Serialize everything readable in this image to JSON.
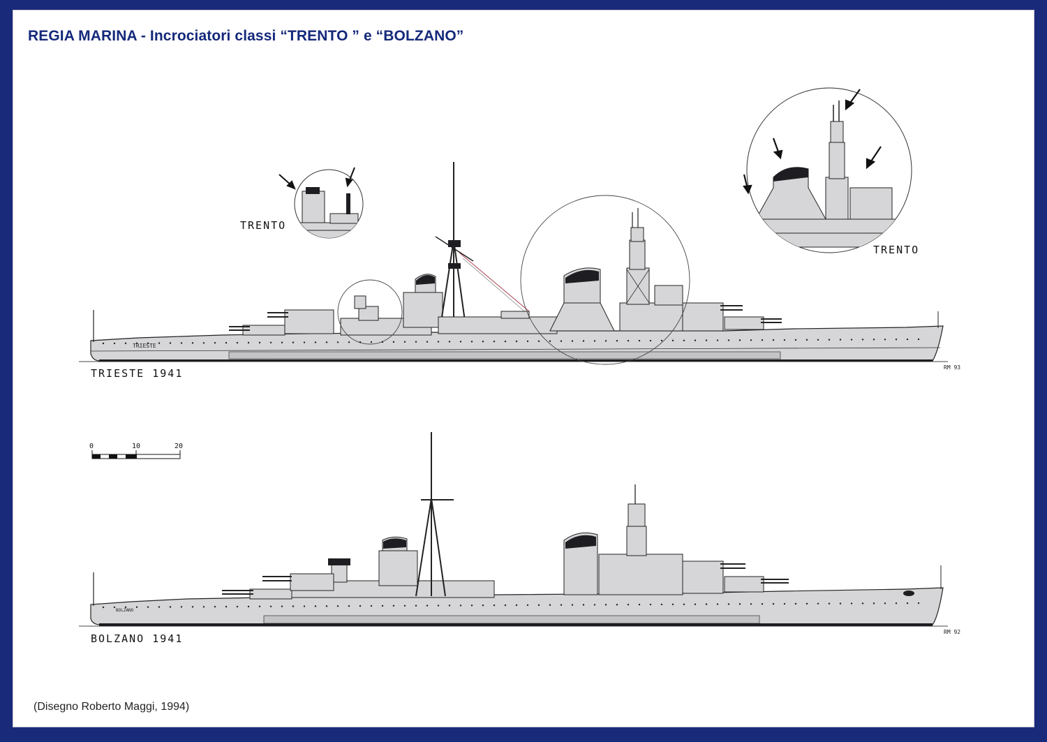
{
  "title": "REGIA MARINA - Incrociatori classi “TRENTO ” e “BOLZANO”",
  "credit": "(Disegno Roberto Maggi, 1994)",
  "ships": {
    "trieste": {
      "label": "TRIESTE 1941",
      "mark": "RM 93",
      "hull_name": "TRIESTE"
    },
    "bolzano": {
      "label": "BOLZANO 1941",
      "mark": "RM 92",
      "hull_name": "BOLZANO"
    }
  },
  "insets": {
    "small": {
      "label": "TRENTO"
    },
    "large": {
      "label": "TRENTO"
    }
  },
  "scale": {
    "ticks": [
      "0",
      "10",
      "20"
    ]
  },
  "colors": {
    "frame": "#1a2a7a",
    "title": "#14297a",
    "hull": "#d6d6d8",
    "dark": "#1e1e22"
  }
}
